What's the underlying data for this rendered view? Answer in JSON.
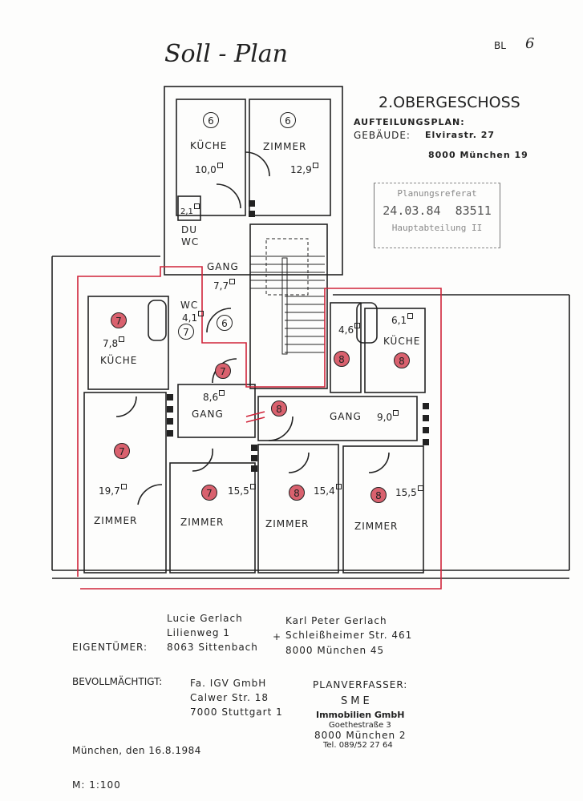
{
  "header": {
    "title": "Soll - Plan",
    "sheet": "BL",
    "sheet_no": "6"
  },
  "info": {
    "floor": "2.OBERGESCHOSS",
    "plan_type": "AUFTEILUNGSPLAN:",
    "building_label": "GEBÄUDE:",
    "street": "Elvirastr. 27",
    "city": "8000 München 19"
  },
  "stamp": {
    "line1": "Planungsreferat",
    "date": "24.03.84",
    "number": "83511",
    "line3": "Hauptabteilung II"
  },
  "rooms": [
    {
      "name": "KÜCHE",
      "area": "10,0",
      "unit": "6"
    },
    {
      "name": "ZIMMER",
      "area": "12,9",
      "unit": "6"
    },
    {
      "name": "",
      "area": "2,1",
      "unit": ""
    },
    {
      "name": "DU\nWC",
      "area": "",
      "unit": ""
    },
    {
      "name": "GANG",
      "area": "7,7",
      "unit": "6"
    },
    {
      "name": "WC",
      "area": "4,1",
      "unit": "7"
    },
    {
      "name": "KÜCHE",
      "area": "7,8",
      "unit": "7"
    },
    {
      "name": "GANG",
      "area": "8,6",
      "unit": "7"
    },
    {
      "name": "",
      "area": "4,6",
      "unit": "8"
    },
    {
      "name": "KÜCHE",
      "area": "6,1",
      "unit": "8"
    },
    {
      "name": "GANG",
      "area": "9,0",
      "unit": "8"
    },
    {
      "name": "ZIMMER",
      "area": "19,7",
      "unit": "7"
    },
    {
      "name": "ZIMMER",
      "area": "15,5",
      "unit": "7"
    },
    {
      "name": "ZIMMER",
      "area": "15,4",
      "unit": "8"
    },
    {
      "name": "ZIMMER",
      "area": "15,5",
      "unit": "8"
    }
  ],
  "owners": {
    "label": "EIGENTÜMER:",
    "owner1": [
      "Lucie Gerlach",
      "Lilienweg 1",
      "8063 Sittenbach"
    ],
    "owner2": [
      "Karl Peter Gerlach",
      "Schleißheimer Str. 461",
      "8000 München 45"
    ]
  },
  "authorized": {
    "label": "BEVOLLMÄCHTIGT:",
    "lines": [
      "Fa. IGV GmbH",
      "Calwer Str. 18",
      "7000 Stuttgart 1"
    ]
  },
  "planner": {
    "label": "PLANVERFASSER:",
    "name": "SME",
    "company": "Immobilien GmbH",
    "street": "Goethestraße 3",
    "city": "8000 München 2",
    "phone": "Tel. 089/52 27 64"
  },
  "date": "München, den 16.8.1984",
  "scale": "M: 1:100",
  "colors": {
    "ink": "#222222",
    "marker": "#d0243a",
    "unit_fill": "#d9616e"
  }
}
